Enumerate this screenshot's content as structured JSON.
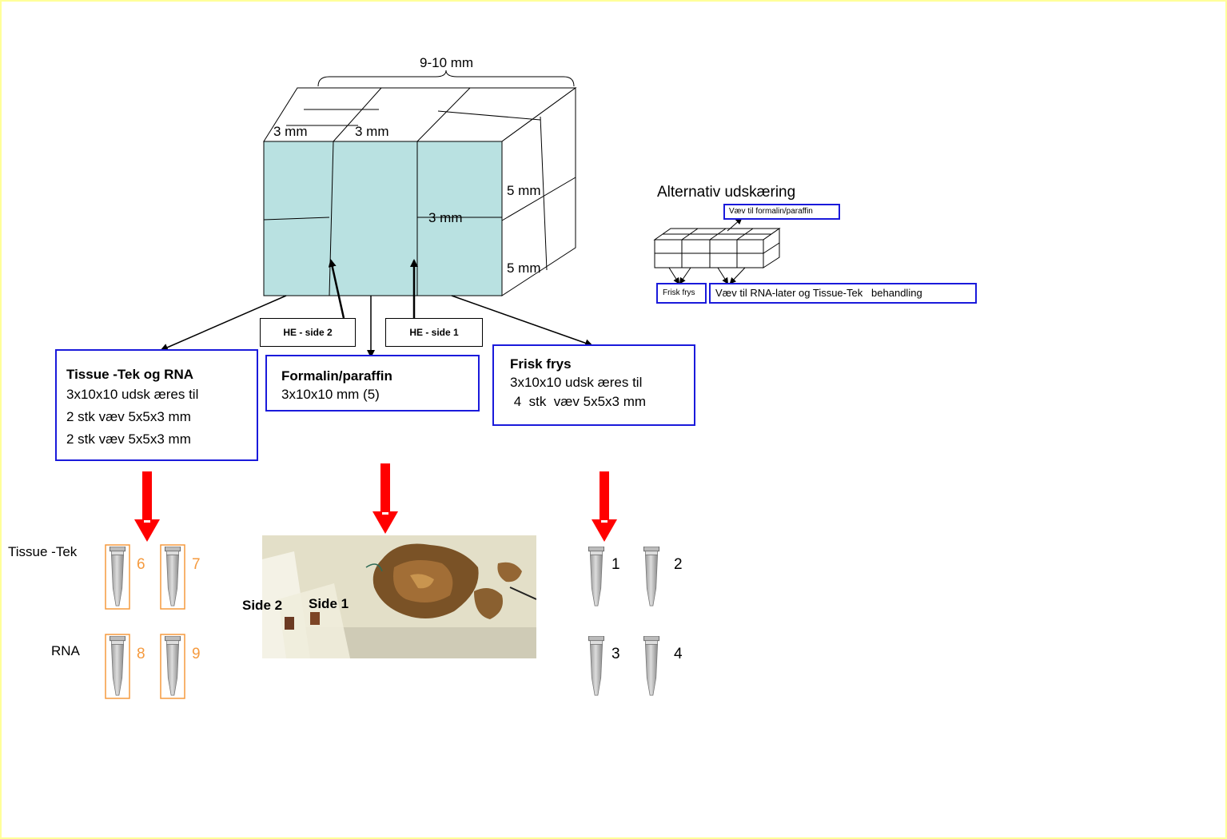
{
  "cube": {
    "width_label": "9-10 mm",
    "top_labels": [
      "3 mm",
      "3 mm"
    ],
    "side_labels": [
      "5 mm",
      "5 mm"
    ],
    "inner_label": "3 mm",
    "face_color": "#b9e1e1"
  },
  "he_labels": {
    "side2": "HE  - side 2",
    "side1": "HE  - side 1"
  },
  "boxes": {
    "tissue_tek": {
      "title": "Tissue -Tek  og RNA",
      "lines": [
        "3x10x10 udsk  æres til",
        "2  stk  væv 5x5x3 mm",
        "2  stk  væv 5x5x3 mm"
      ]
    },
    "formalin": {
      "title": "Formalin/paraffin",
      "lines": [
        "3x10x10 mm (5)"
      ]
    },
    "frisk_frys": {
      "title": "Frisk frys",
      "lines": [
        "3x10x10 udsk  æres til",
        " 4  stk  væv 5x5x3 mm"
      ]
    }
  },
  "alternativ": {
    "title": "Alternativ udskæring",
    "formalin_label": "Væv til formalin/paraffin",
    "frisk_label": "Frisk frys",
    "rna_label": "Væv til RNA-later og Tissue-Tek   behandling"
  },
  "tubes": {
    "tissue_tek_label": "Tissue -Tek",
    "rna_label": "RNA",
    "orange_numbers": [
      "6",
      "7",
      "8",
      "9"
    ],
    "plain_numbers": [
      "1",
      "2",
      "3",
      "4"
    ]
  },
  "photo": {
    "side2": "Side 2",
    "side1": "Side 1"
  },
  "colors": {
    "box_border": "#1a1adb",
    "arrow_red": "#ff0000",
    "tube_orange": "#f59a3e",
    "background_border": "#ffff99"
  }
}
